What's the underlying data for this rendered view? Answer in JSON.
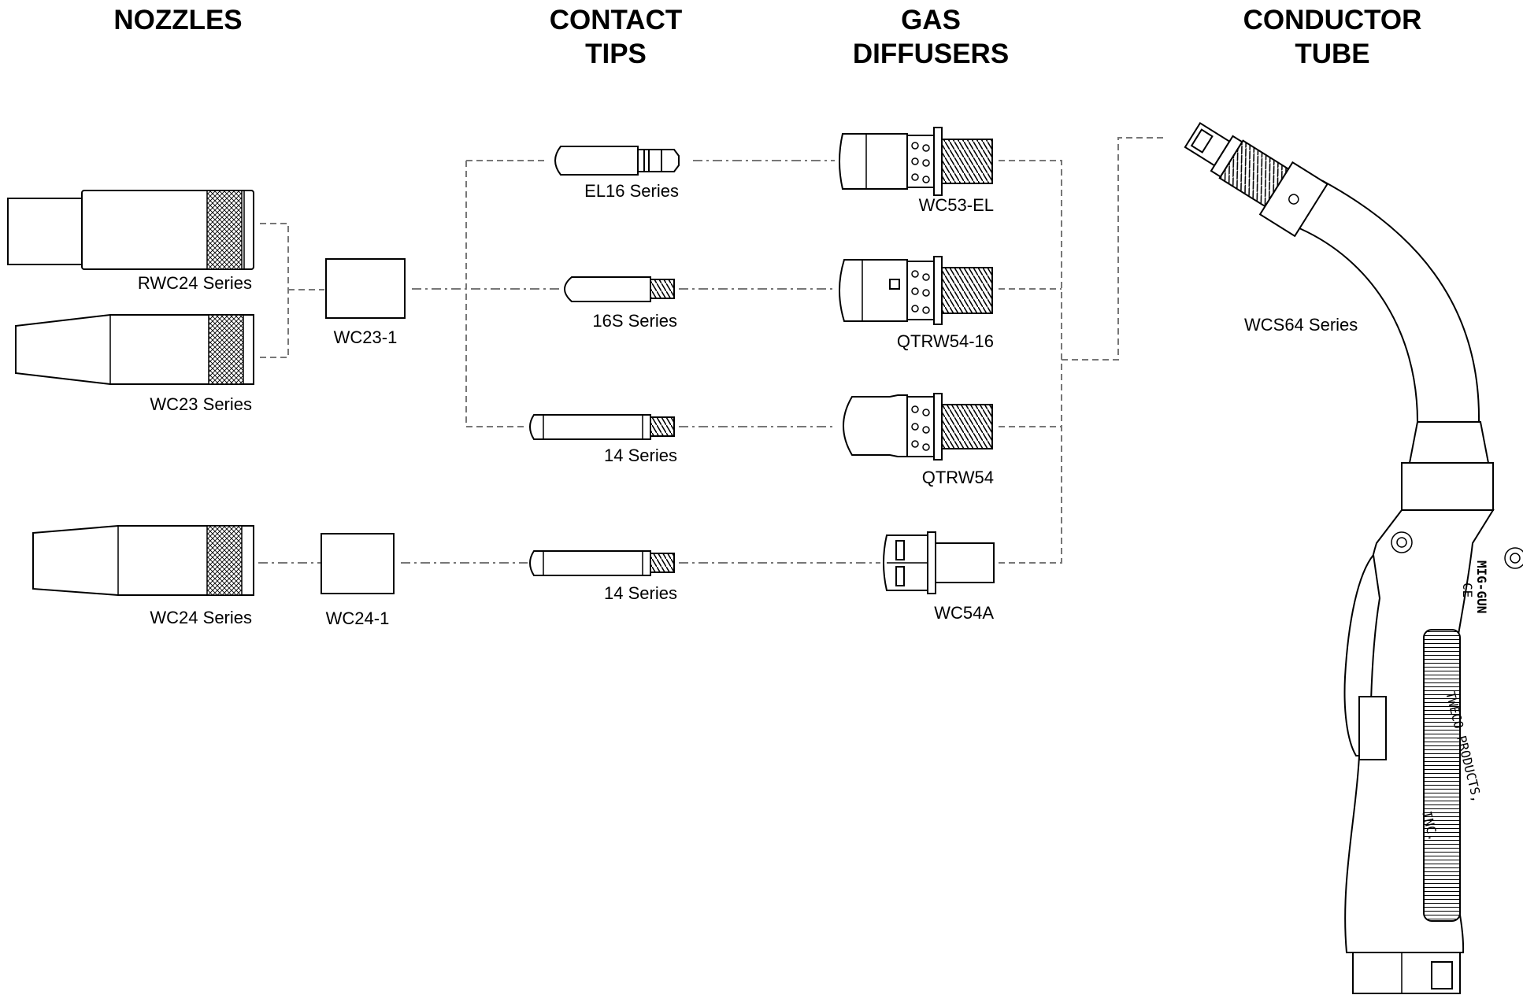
{
  "headers": {
    "nozzles": "NOZZLES",
    "contact_tips_1": "CONTACT",
    "contact_tips_2": "TIPS",
    "gas_diffusers_1": "GAS",
    "gas_diffusers_2": "DIFFUSERS",
    "conductor_tube_1": "CONDUCTOR",
    "conductor_tube_2": "TUBE"
  },
  "nozzles": {
    "rwc24": "RWC24 Series",
    "wc23": "WC23 Series",
    "wc24": "WC24 Series"
  },
  "adapters": {
    "wc23_1": "WC23-1",
    "wc24_1": "WC24-1"
  },
  "contact_tips": {
    "el16": "EL16 Series",
    "s16": "16S Series",
    "s14_a": "14 Series",
    "s14_b": "14 Series"
  },
  "gas_diffusers": {
    "wc53_el": "WC53-EL",
    "qtrw54_16": "QTRW54-16",
    "qtrw54": "QTRW54",
    "wc54a": "WC54A"
  },
  "conductor_tube": {
    "wcs64": "WCS64 Series"
  },
  "gun_markings": {
    "model": "MIG-GUN",
    "cert": "CE",
    "brand_line1": "TWECO PRODUCTS,",
    "brand_line2": "INC."
  }
}
